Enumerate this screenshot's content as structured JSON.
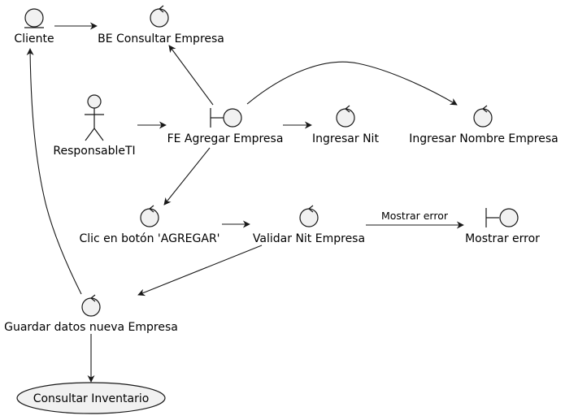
{
  "diagram": {
    "nodes": {
      "cliente": "Cliente",
      "be_consultar_empresa": "BE Consultar Empresa",
      "responsable_ti": "ResponsableTI",
      "fe_agregar_empresa": "FE Agregar Empresa",
      "ingresar_nit": "Ingresar Nit",
      "ingresar_nombre_empresa": "Ingresar Nombre Empresa",
      "clic_agregar": "Clic en botón 'AGREGAR'",
      "validar_nit": "Validar Nit Empresa",
      "mostrar_error": "Mostrar error",
      "guardar_datos": "Guardar datos nueva Empresa",
      "consultar_inventario": "Consultar Inventario"
    },
    "edge_labels": {
      "validar_to_error": "Mostrar error"
    }
  }
}
